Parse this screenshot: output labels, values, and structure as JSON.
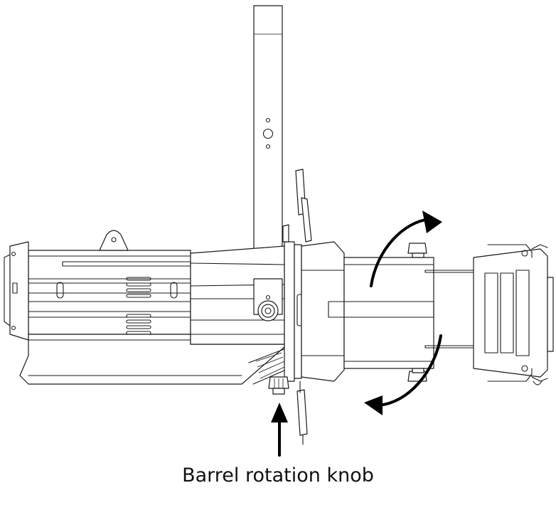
{
  "diagram": {
    "subject": "ellipsoidal spotlight side view",
    "callout": {
      "label": "Barrel rotation knob"
    },
    "colors": {
      "line": "#1a1a1a",
      "arrow": "#000000",
      "background": "#ffffff"
    },
    "rotation_arrows": 2
  }
}
